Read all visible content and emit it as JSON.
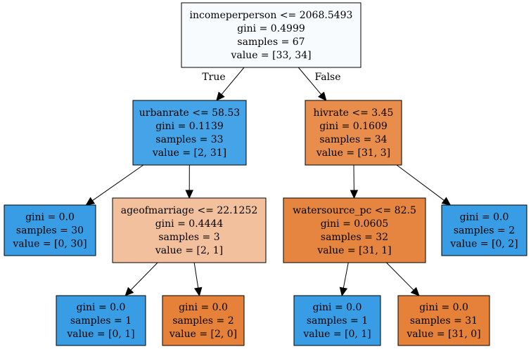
{
  "nodes": [
    {
      "id": "root",
      "lines": [
        "incomeperperson <= 2068.5493",
        "gini = 0.4999",
        "samples = 67",
        "value = [33, 34]"
      ],
      "fill": "#f7fbfe"
    },
    {
      "id": "n1",
      "lines": [
        "urbanrate <= 58.53",
        "gini = 0.1139",
        "samples = 33",
        "value = [2, 31]"
      ],
      "fill": "#45a3e7"
    },
    {
      "id": "n2",
      "lines": [
        "hivrate <= 3.45",
        "gini = 0.1609",
        "samples = 34",
        "value = [31, 3]"
      ],
      "fill": "#e88d4c"
    },
    {
      "id": "n3",
      "lines": [
        "gini = 0.0",
        "samples = 30",
        "value = [0, 30]"
      ],
      "fill": "#399de5"
    },
    {
      "id": "n4",
      "lines": [
        "ageofmarriage <= 22.1252",
        "gini = 0.4444",
        "samples = 3",
        "value = [2, 1]"
      ],
      "fill": "#f2c09c"
    },
    {
      "id": "n5",
      "lines": [
        "watersource_pc <= 82.5",
        "gini = 0.0605",
        "samples = 32",
        "value = [31, 1]"
      ],
      "fill": "#e6853f"
    },
    {
      "id": "n6",
      "lines": [
        "gini = 0.0",
        "samples = 2",
        "value = [0, 2]"
      ],
      "fill": "#399de5"
    },
    {
      "id": "n7",
      "lines": [
        "gini = 0.0",
        "samples = 1",
        "value = [0, 1]"
      ],
      "fill": "#399de5"
    },
    {
      "id": "n8",
      "lines": [
        "gini = 0.0",
        "samples = 2",
        "value = [2, 0]"
      ],
      "fill": "#e58139"
    },
    {
      "id": "n9",
      "lines": [
        "gini = 0.0",
        "samples = 1",
        "value = [0, 1]"
      ],
      "fill": "#399de5"
    },
    {
      "id": "n10",
      "lines": [
        "gini = 0.0",
        "samples = 31",
        "value = [31, 0]"
      ],
      "fill": "#e58139"
    }
  ],
  "edges": [
    {
      "from": "root",
      "to": "n1",
      "label": "True"
    },
    {
      "from": "root",
      "to": "n2",
      "label": "False"
    },
    {
      "from": "n1",
      "to": "n3",
      "label": ""
    },
    {
      "from": "n1",
      "to": "n4",
      "label": ""
    },
    {
      "from": "n2",
      "to": "n5",
      "label": ""
    },
    {
      "from": "n2",
      "to": "n6",
      "label": ""
    },
    {
      "from": "n4",
      "to": "n7",
      "label": ""
    },
    {
      "from": "n4",
      "to": "n8",
      "label": ""
    },
    {
      "from": "n5",
      "to": "n9",
      "label": ""
    },
    {
      "from": "n5",
      "to": "n10",
      "label": ""
    }
  ]
}
